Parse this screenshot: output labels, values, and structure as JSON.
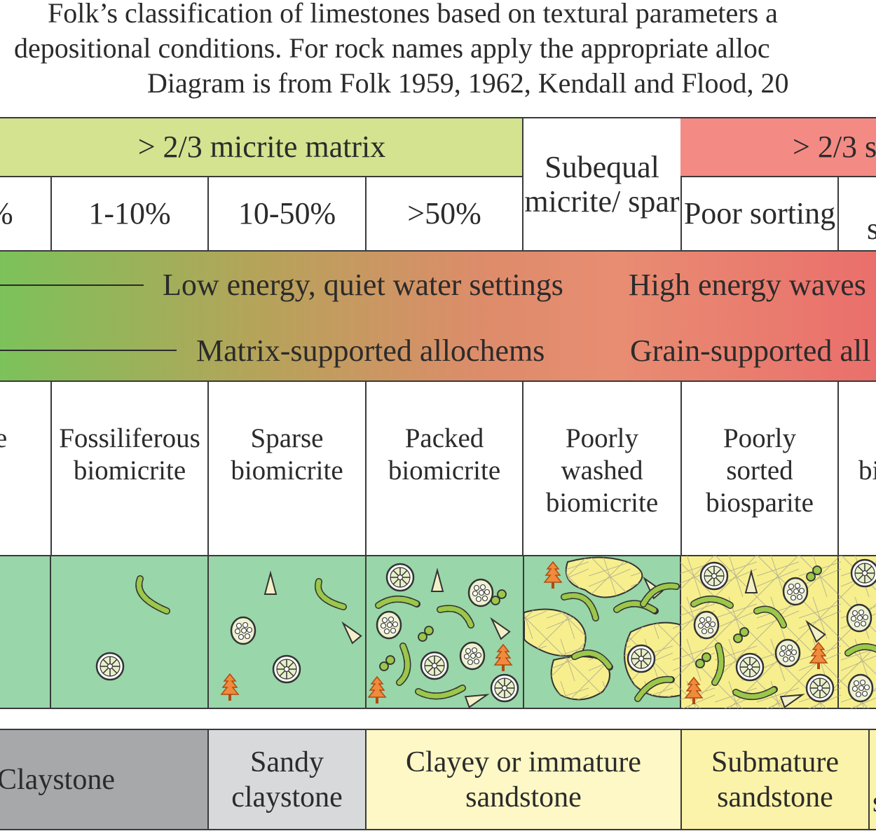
{
  "caption": {
    "line1": "Folk’s classification of limestones based on textural parameters a",
    "line2": "depositional conditions. For rock names apply the appropriate alloc",
    "line3": "Diagram is from Folk 1959, 1962, Kendall and Flood, 20"
  },
  "header": {
    "micrite_group": "> 2/3 micrite matrix",
    "subequal": "Subequal micrite/ spar",
    "spar_group": "> 2/3 s"
  },
  "subheaders": {
    "col0": "%",
    "col1": "1-10%",
    "col2": "10-50%",
    "col3": ">50%",
    "poor_sorting": "Poor sorting",
    "col_last": "s"
  },
  "energy_band": {
    "low_energy": "Low energy, quiet water settings",
    "high_energy": "High energy waves",
    "matrix_supported": "Matrix-supported allochems",
    "grain_supported": "Grain-supported all"
  },
  "rock_names": {
    "col0": "te",
    "fossiliferous": "Fossiliferous biomicrite",
    "sparse": "Sparse biomicrite",
    "packed": "Packed biomicrite",
    "poorly_washed": "Poorly washed biomicrite",
    "poorly_sorted": "Poorly sorted biosparite",
    "col_last": "bi"
  },
  "siliciclastic": {
    "claystone": "Claystone",
    "sandy_claystone": "Sandy claystone",
    "clayey": "Clayey or immature sandstone",
    "submature": "Submature sandstone",
    "col_last": "s"
  },
  "colors": {
    "micrite_green": "#d3e38f",
    "spar_red": "#f48a84",
    "matrix_green": "#99d6a9",
    "spar_yellow": "#f7ef8d",
    "claystone_gray": "#a7a8aa",
    "sandy_gray": "#d8d9db",
    "clayey_cream": "#fdf8c6",
    "submature_yellow": "#fbf3a9"
  }
}
